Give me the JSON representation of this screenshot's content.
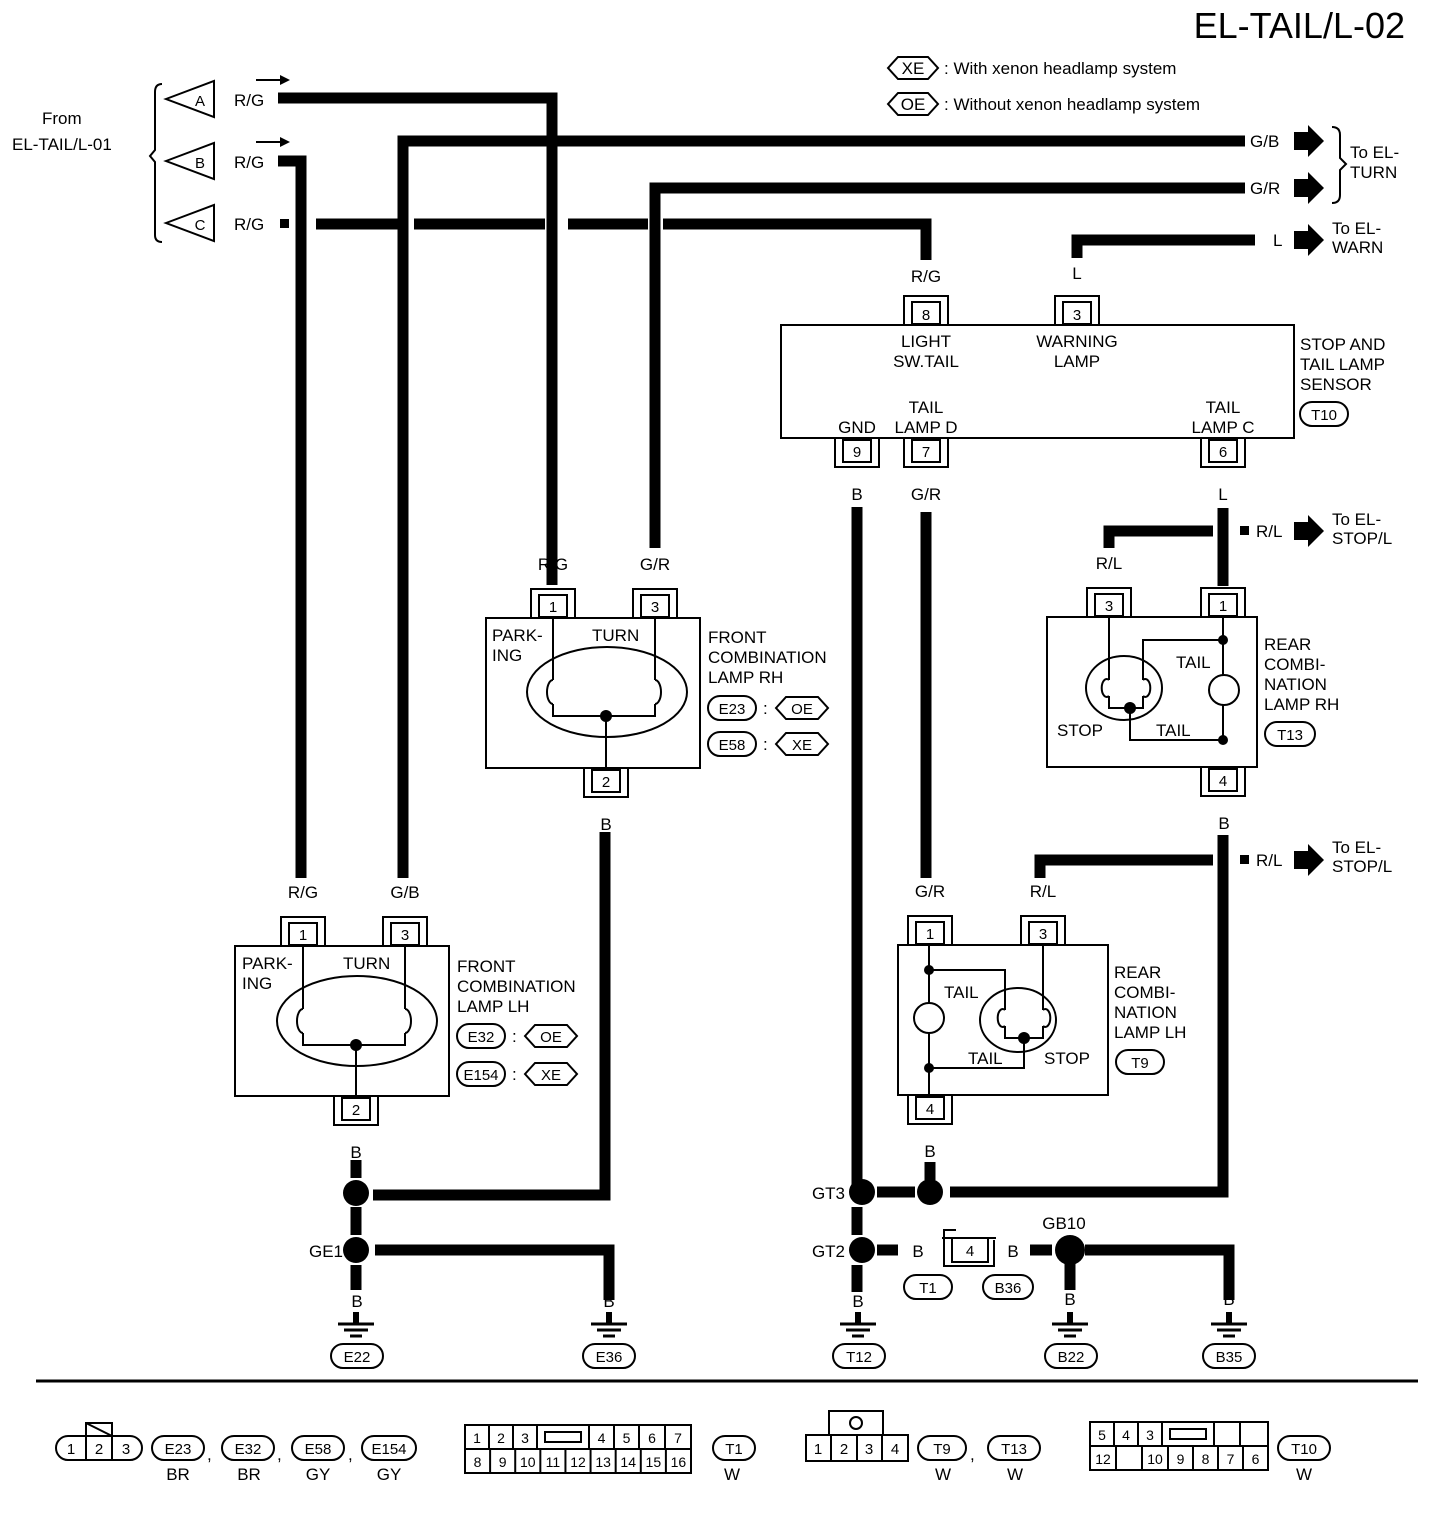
{
  "title": "EL-TAIL/L-02",
  "legend": {
    "xe_code": "XE",
    "xe_text": ": With xenon headlamp system",
    "oe_code": "OE",
    "oe_text": ": Without xenon headlamp system"
  },
  "from": {
    "line1": "From",
    "line2": "EL-TAIL/L-01",
    "a": "A",
    "b": "B",
    "c": "C"
  },
  "wires": {
    "rg": "R/G",
    "gb": "G/B",
    "gr": "G/R",
    "l": "L",
    "b": "B",
    "rl": "R/L"
  },
  "to": {
    "turn_1": "To EL-",
    "turn_2": "TURN",
    "warn_1": "To EL-",
    "warn_2": "WARN",
    "stop_1": "To EL-",
    "stop_2": "STOP/L"
  },
  "sensor": {
    "name_1": "STOP AND",
    "name_2": "TAIL LAMP",
    "name_3": "SENSOR",
    "code": "T10",
    "pin8": "8",
    "pin8_1": "LIGHT",
    "pin8_2": "SW.TAIL",
    "pin3": "3",
    "pin3_1": "WARNING",
    "pin3_2": "LAMP",
    "pin9": "9",
    "pin9_label": "GND",
    "pin7": "7",
    "pin7_1": "TAIL",
    "pin7_2": "LAMP D",
    "pin6": "6",
    "pin6_1": "TAIL",
    "pin6_2": "LAMP C"
  },
  "front_rh": {
    "name_1": "FRONT",
    "name_2": "COMBINATION",
    "name_3": "LAMP RH",
    "park_1": "PARK-",
    "park_2": "ING",
    "turn": "TURN",
    "pin1": "1",
    "pin3": "3",
    "pin2": "2",
    "c1": "E23",
    "c1_opt": "OE",
    "c2": "E58",
    "c2_opt": "XE",
    "sep": ":"
  },
  "front_lh": {
    "name_1": "FRONT",
    "name_2": "COMBINATION",
    "name_3": "LAMP LH",
    "park_1": "PARK-",
    "park_2": "ING",
    "turn": "TURN",
    "pin1": "1",
    "pin3": "3",
    "pin2": "2",
    "c1": "E32",
    "c1_opt": "OE",
    "c2": "E154",
    "c2_opt": "XE",
    "sep": ":"
  },
  "rear_rh": {
    "name_1": "REAR",
    "name_2": "COMBI-",
    "name_3": "NATION",
    "name_4": "LAMP RH",
    "code": "T13",
    "pin3": "3",
    "pin1": "1",
    "pin4": "4",
    "tail": "TAIL",
    "stop": "STOP"
  },
  "rear_lh": {
    "name_1": "REAR",
    "name_2": "COMBI-",
    "name_3": "NATION",
    "name_4": "LAMP LH",
    "code": "T9",
    "pin1": "1",
    "pin3": "3",
    "pin4": "4",
    "tail": "TAIL",
    "stop": "STOP"
  },
  "grounds": {
    "ge1": "GE1",
    "gt3": "GT3",
    "gt2": "GT2",
    "gb10": "GB10",
    "e22": "E22",
    "e36": "E36",
    "t12": "T12",
    "b22": "B22",
    "b35": "B35",
    "t1": "T1",
    "b36": "B36",
    "inline_pin": "4"
  },
  "bottom": {
    "c3_pins": [
      "1",
      "2",
      "3"
    ],
    "e23": "E23",
    "e32": "E32",
    "e58": "E58",
    "e154": "E154",
    "br": "BR",
    "gy": "GY",
    "comma": ",",
    "t1_top": [
      "1",
      "2",
      "3",
      "4",
      "5",
      "6",
      "7"
    ],
    "t1_bot": [
      "8",
      "9",
      "10",
      "11",
      "12",
      "13",
      "14",
      "15",
      "16"
    ],
    "t1": "T1",
    "w": "W",
    "c4_pins": [
      "1",
      "2",
      "3",
      "4"
    ],
    "t9": "T9",
    "t13": "T13",
    "t10_top": [
      "5",
      "4",
      "3"
    ],
    "t10_bot": [
      "12",
      "10",
      "9",
      "8",
      "7",
      "6"
    ],
    "t10": "T10"
  }
}
